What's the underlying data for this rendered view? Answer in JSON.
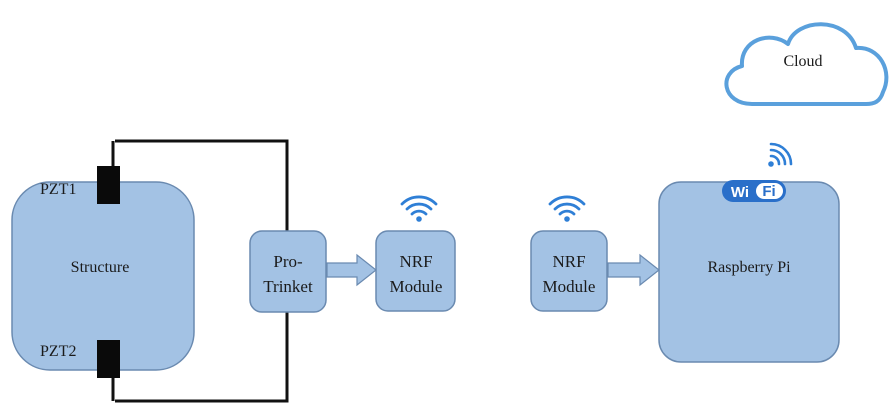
{
  "diagram": {
    "cloud": {
      "label": "Cloud"
    },
    "structure": {
      "label": "Structure"
    },
    "pzt1": {
      "label": "PZT1"
    },
    "pzt2": {
      "label": "PZT2"
    },
    "pro_trinket": {
      "line1": "Pro-",
      "line2": "Trinket"
    },
    "nrf_transmit": {
      "line1": "NRF",
      "line2": "Module"
    },
    "nrf_receive": {
      "line1": "NRF",
      "line2": "Module"
    },
    "raspberry_pi": {
      "label": "Raspberry Pi"
    },
    "wifi_badge": {
      "left": "Wi",
      "right": "Fi"
    }
  },
  "colors": {
    "box_fill": "#a3c2e4",
    "box_stroke": "#6a8ab0",
    "wire": "#111111",
    "sensor": "#0a0a0a",
    "arrow_fill": "#a3c2e4",
    "wifi_icon": "#2f7fd6",
    "wifi_badge": "#2a6fc9",
    "cloud_stroke": "#5aa0dc"
  }
}
